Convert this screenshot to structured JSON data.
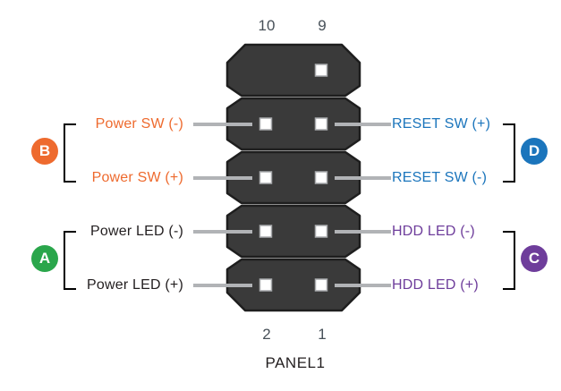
{
  "diagram": {
    "connector_name": "PANEL1",
    "pin_numbers": {
      "top_left": "10",
      "top_right": "9",
      "bottom_left": "2",
      "bottom_right": "1"
    },
    "left_labels": {
      "power_sw_minus": "Power SW (-)",
      "power_sw_plus": "Power SW (+)",
      "power_led_minus": "Power LED (-)",
      "power_led_plus": "Power LED (+)"
    },
    "right_labels": {
      "reset_sw_plus": "RESET SW (+)",
      "reset_sw_minus": "RESET SW (-)",
      "hdd_led_minus": "HDD LED (-)",
      "hdd_led_plus": "HDD LED (+)"
    },
    "group_badges": {
      "a": "A",
      "b": "B",
      "c": "C",
      "d": "D"
    },
    "colors": {
      "power_sw_orange": "#EE6A2E",
      "power_led_green": "#2AA64B",
      "reset_sw_blue": "#1B75BC",
      "hdd_led_purple": "#6E3D9B",
      "label_dark": "#231F20",
      "pin_number_gray": "#475058",
      "header_fill": "#3A3A3A",
      "header_outline": "#1E1E1E",
      "leader_line_gray": "#B1B3B6",
      "pin_white": "#FFFFFF"
    }
  }
}
